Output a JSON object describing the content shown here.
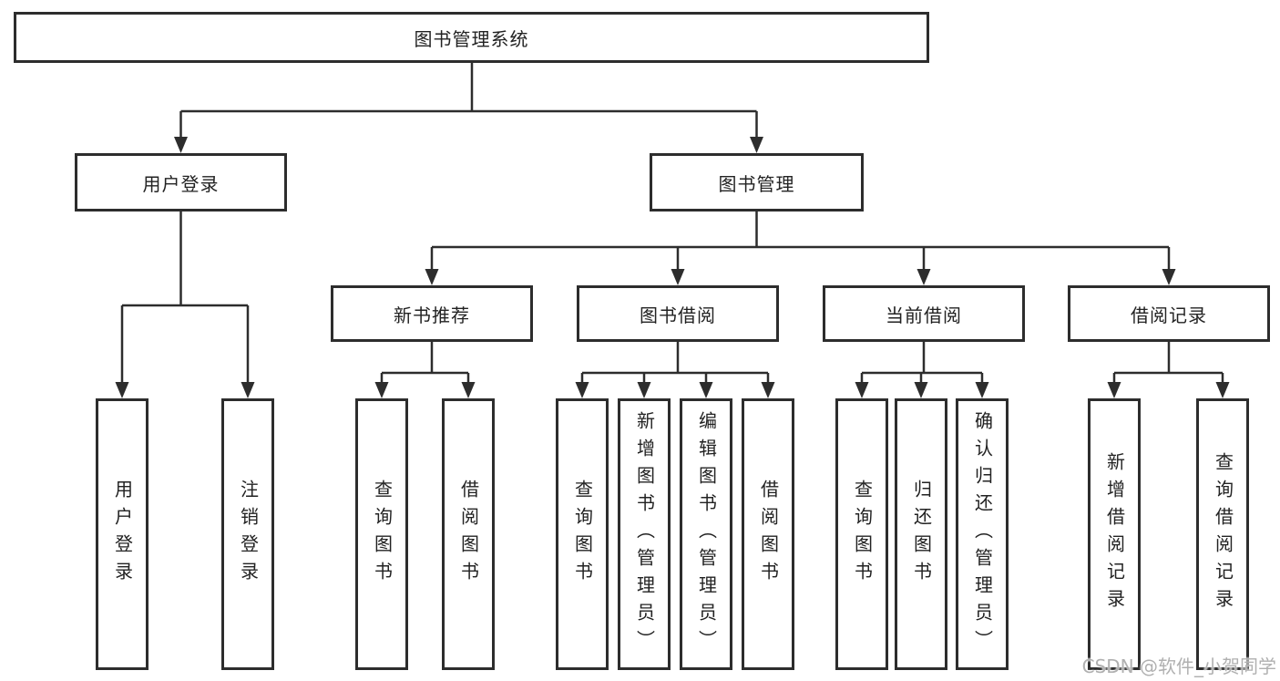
{
  "diagram_title": "图书管理系统",
  "tree": {
    "label": "图书管理系统",
    "children": [
      {
        "label": "用户登录",
        "children": [
          {
            "label": "用户登录"
          },
          {
            "label": "注销登录"
          }
        ]
      },
      {
        "label": "图书管理",
        "children": [
          {
            "label": "新书推荐",
            "children": [
              {
                "label": "查询图书"
              },
              {
                "label": "借阅图书"
              }
            ]
          },
          {
            "label": "图书借阅",
            "children": [
              {
                "label": "查询图书"
              },
              {
                "label": "新增图书（管理员）"
              },
              {
                "label": "编辑图书（管理员）"
              },
              {
                "label": "借阅图书"
              }
            ]
          },
          {
            "label": "当前借阅",
            "children": [
              {
                "label": "查询图书"
              },
              {
                "label": "归还图书"
              },
              {
                "label": "确认归还（管理员）"
              }
            ]
          },
          {
            "label": "借阅记录",
            "children": [
              {
                "label": "新增借阅记录"
              },
              {
                "label": "查询借阅记录"
              }
            ]
          }
        ]
      }
    ]
  },
  "watermark": "CSDN @软件_小贺同学",
  "colors": {
    "line": "#2d2d2d",
    "box_border": "#2d2d2d",
    "text": "#222222",
    "watermark": "#b0b0b0",
    "background": "#ffffff"
  }
}
